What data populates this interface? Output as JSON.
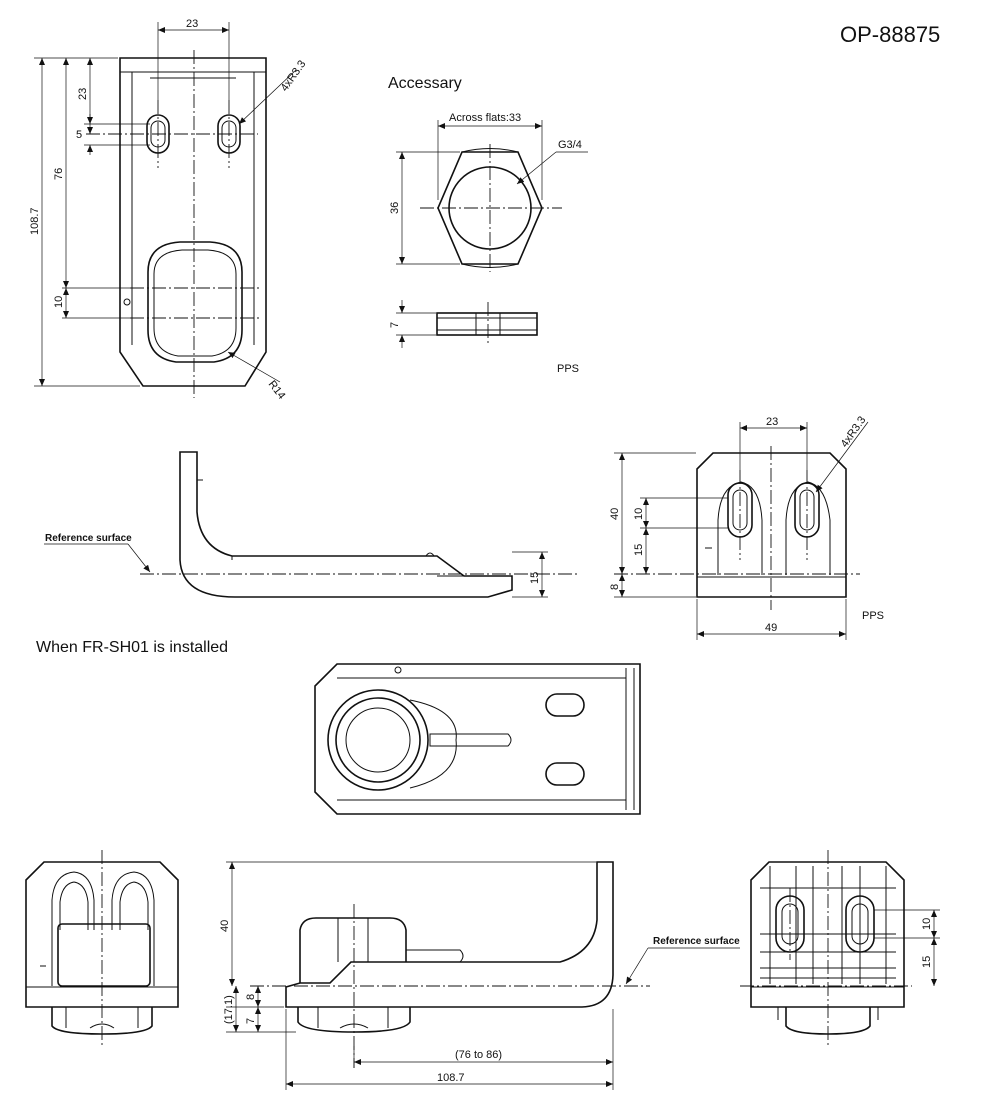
{
  "title": "OP-88875",
  "labels": {
    "accessary": "Accessary",
    "across_flats": "Across flats:33",
    "thread": "G3/4",
    "material_nut": "PPS",
    "material_bracket": "PPS",
    "reference_surface_1": "Reference surface",
    "reference_surface_2": "Reference surface",
    "installed_caption": "When FR-SH01 is installed"
  },
  "dims": {
    "top_width": "23",
    "top_slot_offset": "23",
    "top_slot_width": "5",
    "top_slot_radius": "4xR3.3",
    "top_76": "76",
    "top_overall": "108.7",
    "top_10": "10",
    "top_r14": "R14",
    "nut_height": "36",
    "nut_thickness": "7",
    "front_23": "23",
    "front_radius": "4xR3.3",
    "front_40": "40",
    "front_10": "10",
    "front_15": "15",
    "front_8": "8",
    "front_49": "49",
    "side_15": "15",
    "inst_40": "40",
    "inst_8": "8",
    "inst_17_1": "(17.1)",
    "inst_7": "7",
    "inst_76_86": "(76 to 86)",
    "inst_108_7": "108.7",
    "inst_right_10": "10",
    "inst_right_15": "15"
  }
}
